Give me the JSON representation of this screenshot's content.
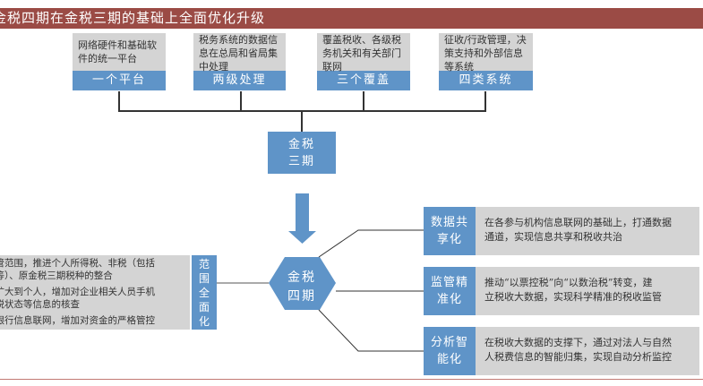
{
  "title": "金税四期在金税三期的基础上全面优化升级",
  "colors": {
    "title_bar": "#9b4b45",
    "accent_blue": "#5f94c8",
    "panel_grey": "#d4d4d4",
    "footer_line": "#c27a74"
  },
  "top_boxes": [
    {
      "desc": "网络硬件和基础软件的统一平台",
      "label": "一个平台"
    },
    {
      "desc": "税务系统的数据信息在总局和省局集中处理",
      "label": "两级处理"
    },
    {
      "desc": "覆盖税收、各级税务机关和有关部门联网",
      "label": "三个覆盖"
    },
    {
      "desc": "征收/行政管理，决策支持和外部信息等系统",
      "label": "四类系统"
    }
  ],
  "golden_tax_3": {
    "line1": "金税",
    "line2": "三期"
  },
  "arrow_icon": "down-arrow-icon",
  "golden_tax_4": {
    "line1": "金税",
    "line2": "四期"
  },
  "left_panel": {
    "label_chars": [
      "范",
      "围",
      "全",
      "面",
      "化"
    ],
    "items": [
      {
        "line1": "征管范围，推进个人所得税、非税（包括",
        "line2": "费等）、原金税三期税种的整合"
      },
      {
        "line1": "业扩大到个人，增加对企业相关人员手机",
        "line2": "纳税状态等信息的核查"
      },
      {
        "line1": "民银行信息联网，增加对资金的严格管控",
        "line2": ""
      }
    ]
  },
  "right_panels": [
    {
      "label_line1": "数据共",
      "label_line2": "享化",
      "desc_line1": "在各参与机构信息联网的基础上，打通数据",
      "desc_line2": "通道，实现信息共享和税收共治"
    },
    {
      "label_line1": "监管精",
      "label_line2": "准化",
      "desc_line1": "推动“以票控税”向“以数治税”转变，建",
      "desc_line2": "立税收大数据，实现科学精准的税收监管"
    },
    {
      "label_line1": "分析智",
      "label_line2": "能化",
      "desc_line1": "在税收大数据的支撑下，通过对法人与自然",
      "desc_line2": "人税费信息的智能归集，实现自动分析监控"
    }
  ]
}
